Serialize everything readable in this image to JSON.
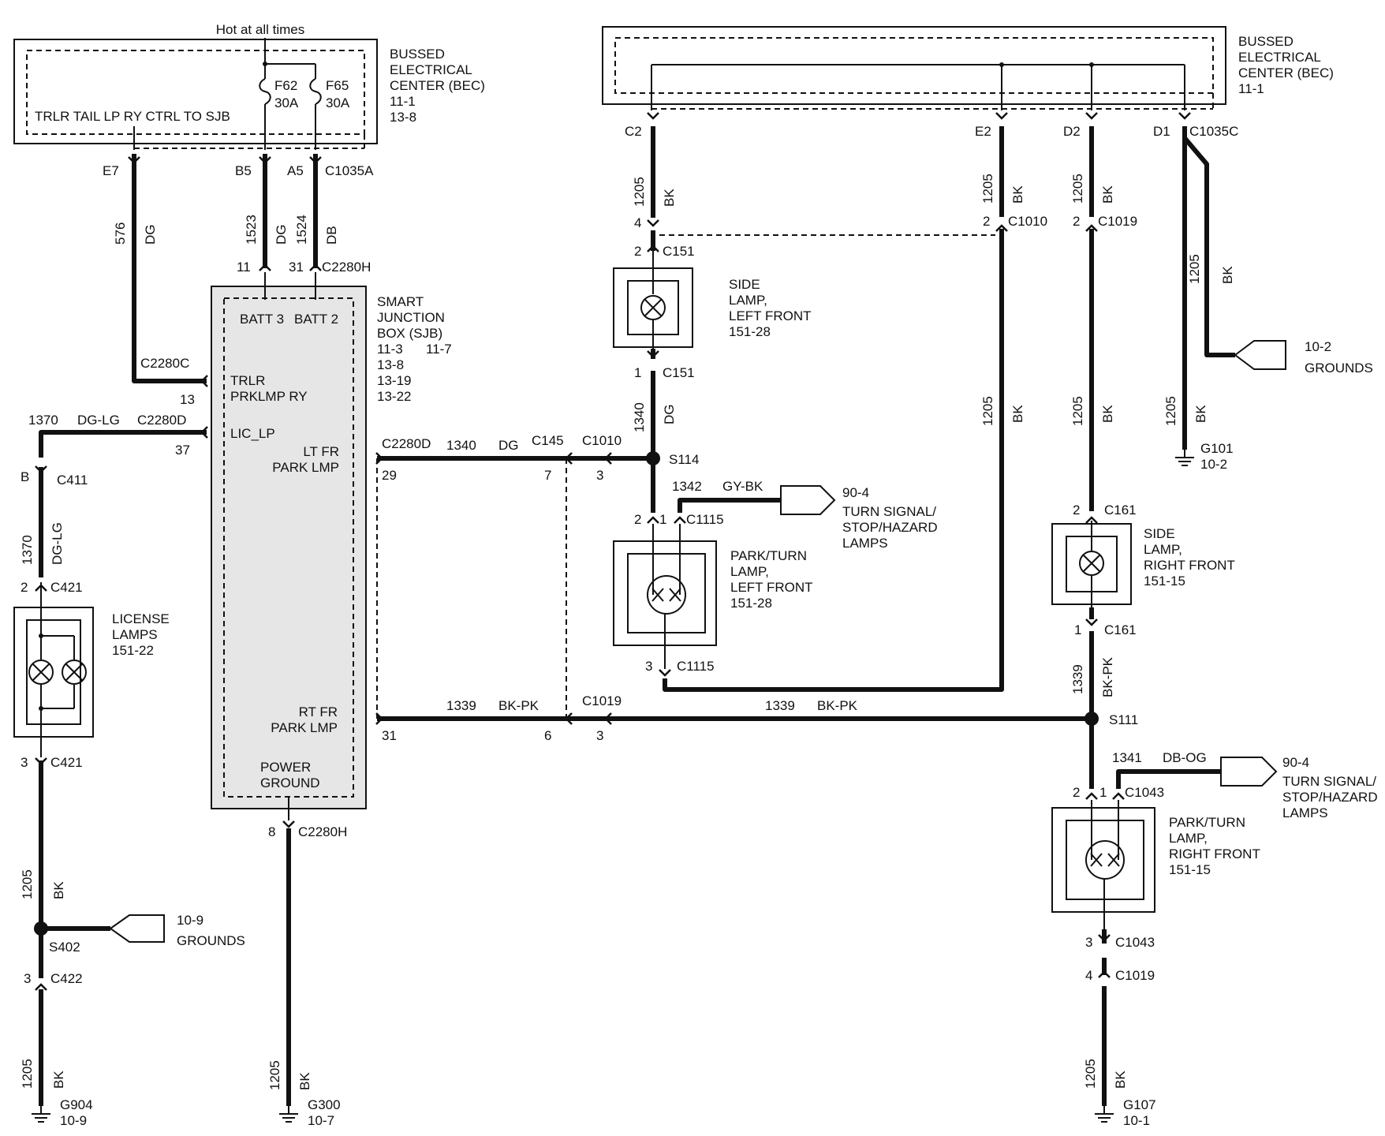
{
  "bec_left": {
    "hot_label": "Hot at all times",
    "title": [
      "BUSSED",
      "ELECTRICAL",
      "CENTER (BEC)",
      "11-1",
      "13-8"
    ],
    "relay_label": "TRLR TAIL LP RY CTRL TO SJB",
    "fuse1": [
      "F62",
      "30A"
    ],
    "fuse2": [
      "F65",
      "30A"
    ]
  },
  "bec_right": {
    "title": [
      "BUSSED",
      "ELECTRICAL",
      "CENTER (BEC)",
      "11-1"
    ]
  },
  "sjb": {
    "title": [
      "SMART",
      "JUNCTION",
      "BOX (SJB)",
      "11-3",
      "11-7",
      "13-8",
      "13-19",
      "13-22"
    ],
    "batt3": "BATT 3",
    "batt2": "BATT 2",
    "trlr": [
      "TRLR",
      "PRKLMP RY"
    ],
    "lic": "LIC_LP",
    "ltfr": [
      "LT FR",
      "PARK LMP"
    ],
    "rtfr": [
      "RT FR",
      "PARK LMP"
    ],
    "pg": [
      "POWER",
      "GROUND"
    ]
  },
  "components": {
    "license_lamps": [
      "LICENSE",
      "LAMPS",
      "151-22"
    ],
    "side_lf": [
      "SIDE",
      "LAMP,",
      "LEFT FRONT",
      "151-28"
    ],
    "park_lf": [
      "PARK/TURN",
      "LAMP,",
      "LEFT FRONT",
      "151-28"
    ],
    "side_rf": [
      "SIDE",
      "LAMP,",
      "RIGHT FRONT",
      "151-15"
    ],
    "park_rf": [
      "PARK/TURN",
      "LAMP,",
      "RIGHT FRONT",
      "151-15"
    ]
  },
  "refs": {
    "grounds_102": [
      "10-2",
      "GROUNDS"
    ],
    "grounds_109": [
      "10-9",
      "GROUNDS"
    ],
    "turn1": [
      "90-4",
      "TURN SIGNAL/",
      "STOP/HAZARD",
      "LAMPS"
    ],
    "turn2": [
      "90-4",
      "TURN SIGNAL/",
      "STOP/HAZARD",
      "LAMPS"
    ]
  },
  "ground_points": {
    "g904": [
      "G904",
      "10-9"
    ],
    "g300": [
      "G300",
      "10-7"
    ],
    "g107": [
      "G107",
      "10-1"
    ],
    "g101": [
      "G101",
      "10-2"
    ]
  },
  "labels": {
    "e7": "E7",
    "b5": "B5",
    "a5": "A5",
    "c1035a": "C1035A",
    "w576": "576",
    "dg1": "DG",
    "w1523": "1523",
    "dg2": "DG",
    "w1524": "1524",
    "db": "DB",
    "p11": "11",
    "p31": "31",
    "c2280h_top": "C2280H",
    "c2280c": "C2280C",
    "p13": "13",
    "w1370a": "1370",
    "dglg_a": "DG-LG",
    "c2280d_a": "C2280D",
    "p37": "37",
    "b_pin": "B",
    "c411": "C411",
    "w1370b": "1370",
    "dglg_b": "DG-LG",
    "p2_c421": "2",
    "c421_top": "C421",
    "p3_c421": "3",
    "c421_bot": "C421",
    "w1205_lic": "1205",
    "bk_lic": "BK",
    "s402": "S402",
    "p3_c422": "3",
    "c422": "C422",
    "w1205_g904": "1205",
    "bk_g904": "BK",
    "p8": "8",
    "c2280h_bot": "C2280H",
    "w1205_g300": "1205",
    "bk_g300": "BK",
    "c2280d_b": "C2280D",
    "p29": "29",
    "w1340a": "1340",
    "dg_a": "DG",
    "c145": "C145",
    "c1010_a": "C1010",
    "p7": "7",
    "p3_a": "3",
    "s114": "S114",
    "p31_b": "31",
    "w1339a": "1339",
    "bkpk_a": "BK-PK",
    "c1019_a": "C1019",
    "p6": "6",
    "p3_b": "3",
    "w1339b": "1339",
    "bkpk_b": "BK-PK",
    "s111": "S111",
    "c2": "C2",
    "e2": "E2",
    "d2": "D2",
    "d1": "D1",
    "c1035c": "C1035C",
    "w1205_c2": "1205",
    "bk_c2": "BK",
    "p4": "4",
    "w1205_e2": "1205",
    "bk_e2": "BK",
    "p2_c1010": "2",
    "c1010_b": "C1010",
    "w1205_d2": "1205",
    "bk_d2": "BK",
    "p2_c1019": "2",
    "c1019_b": "C1019",
    "w1205_d1": "1205",
    "bk_d1": "BK",
    "p2_c151": "2",
    "c151_top": "C151",
    "p1_c151": "1",
    "c151_bot": "C151",
    "w1340b": "1340",
    "dg_b": "DG",
    "w1342": "1342",
    "gybk": "GY-BK",
    "p2_c1115": "2",
    "p1_c1115": "1",
    "c1115_top": "C1115",
    "p3_c1115": "3",
    "c1115_bot": "C1115",
    "w1205_mid": "1205",
    "bk_mid": "BK",
    "w1205_rf": "1205",
    "bk_rf": "BK",
    "w1205_g101": "1205",
    "bk_g101": "BK",
    "p2_c161": "2",
    "c161_top": "C161",
    "p1_c161": "1",
    "c161_bot": "C161",
    "w1339c": "1339",
    "bkpk_c": "BK-PK",
    "w1341": "1341",
    "dbog": "DB-OG",
    "p2_c1043": "2",
    "p1_c1043": "1",
    "c1043_top": "C1043",
    "p3_c1043": "3",
    "c1043_bot": "C1043",
    "p4_c1019": "4",
    "c1019_c": "C1019",
    "w1205_g107": "1205",
    "bk_g107": "BK"
  }
}
